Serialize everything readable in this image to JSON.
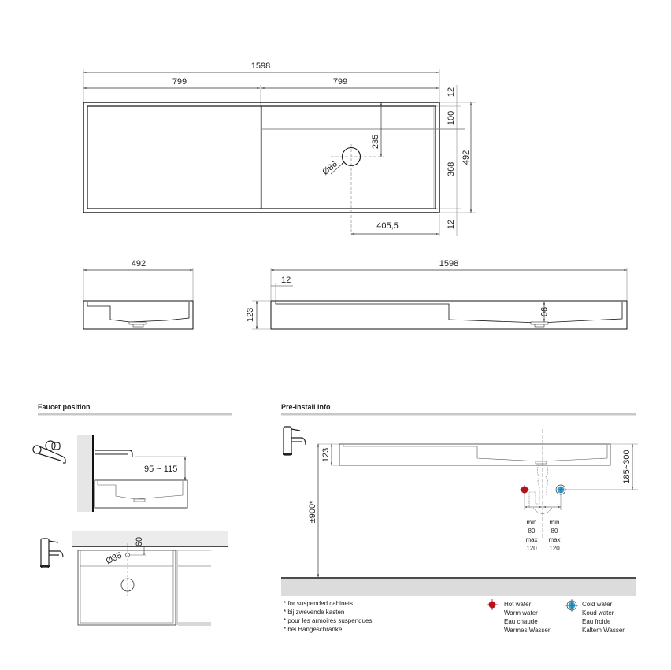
{
  "top_plan": {
    "overall_width": "1598",
    "left_half": "799",
    "right_half": "799",
    "rim_top": "12",
    "shelf_depth": "100",
    "bowl_depth": "368",
    "overall_depth": "492",
    "rim_bottom": "12",
    "drain_from_back": "235",
    "drain_diameter": "Ø86",
    "drain_from_right": "405,5"
  },
  "side_view": {
    "width": "492"
  },
  "front_view": {
    "width": "1598",
    "rim": "12",
    "height": "123",
    "bowl_depth": "90"
  },
  "faucet_position": {
    "title": "Faucet position",
    "wall_spout_height": "95 ~ 115",
    "tap_hole_offset": "60",
    "tap_hole_diameter": "Ø35"
  },
  "pre_install": {
    "title": "Pre-install info",
    "sink_height": "123",
    "counter_height": "±900*",
    "supply_height": "185~300",
    "hot_offset": [
      "min",
      "80",
      "max",
      "120"
    ],
    "cold_offset": [
      "min",
      "80",
      "max",
      "120"
    ],
    "notes": [
      "* for suspended cabinets",
      "* bij zwevende kasten",
      "* pour les armoires suspendues",
      "* bei Hängeschränke"
    ],
    "hot_water": {
      "color": "#b5121b",
      "labels": [
        "Hot water",
        "Warm water",
        "Eau chaude",
        "Warmes Wasser"
      ]
    },
    "cold_water": {
      "color": "#3aa6d8",
      "labels": [
        "Cold water",
        "Koud water",
        "Eau froide",
        "Kaltem Wasser"
      ]
    }
  }
}
